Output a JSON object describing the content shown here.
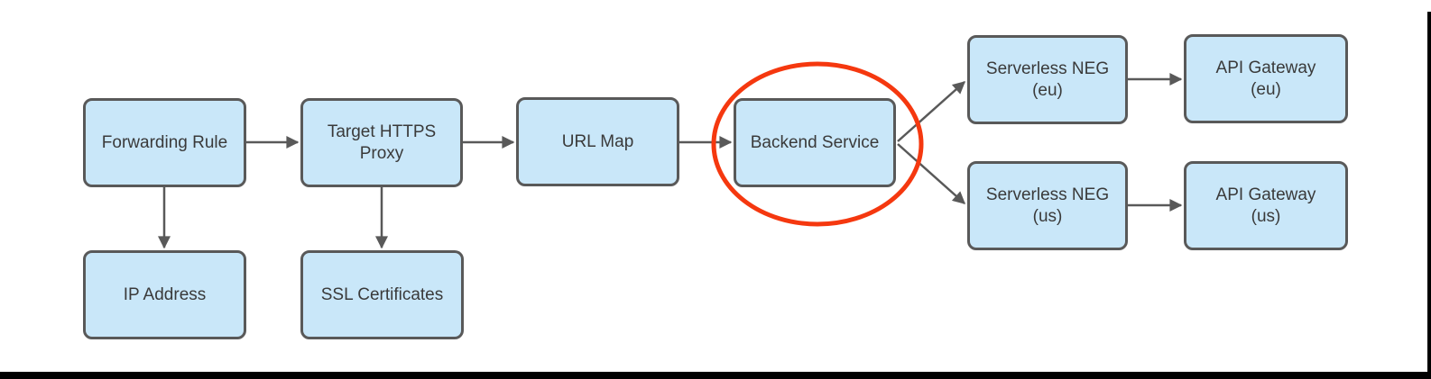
{
  "diagram": {
    "description": "Flow diagram of an HTTPS load balancer routing to serverless backends",
    "nodes": [
      {
        "id": "forwarding-rule",
        "label": "Forwarding Rule"
      },
      {
        "id": "target-https-proxy",
        "label": "Target HTTPS\nProxy"
      },
      {
        "id": "url-map",
        "label": "URL Map"
      },
      {
        "id": "backend-service",
        "label": "Backend Service"
      },
      {
        "id": "ip-address",
        "label": "IP Address"
      },
      {
        "id": "ssl-certificates",
        "label": "SSL Certificates"
      },
      {
        "id": "serverless-neg-eu",
        "label": "Serverless NEG\n(eu)"
      },
      {
        "id": "api-gateway-eu",
        "label": "API Gateway\n(eu)"
      },
      {
        "id": "serverless-neg-us",
        "label": "Serverless NEG\n(us)"
      },
      {
        "id": "api-gateway-us",
        "label": "API Gateway\n(us)"
      }
    ],
    "edges": [
      {
        "from": "Forwarding Rule",
        "to": "Target HTTPS Proxy"
      },
      {
        "from": "Target HTTPS Proxy",
        "to": "URL Map"
      },
      {
        "from": "URL Map",
        "to": "Backend Service"
      },
      {
        "from": "Backend Service",
        "to": "Serverless NEG (eu)"
      },
      {
        "from": "Backend Service",
        "to": "Serverless NEG (us)"
      },
      {
        "from": "Serverless NEG (eu)",
        "to": "API Gateway (eu)"
      },
      {
        "from": "Serverless NEG (us)",
        "to": "API Gateway (us)"
      },
      {
        "from": "Forwarding Rule",
        "to": "IP Address"
      },
      {
        "from": "Target HTTPS Proxy",
        "to": "SSL Certificates"
      }
    ],
    "annotation": {
      "type": "ellipse-highlight",
      "around": "Backend Service"
    }
  },
  "colors": {
    "node_fill": "#c9e7f9",
    "node_border": "#595959",
    "text": "#3a3a3a",
    "arrow": "#595959",
    "highlight": "#f5380f",
    "frame": "#000000"
  }
}
